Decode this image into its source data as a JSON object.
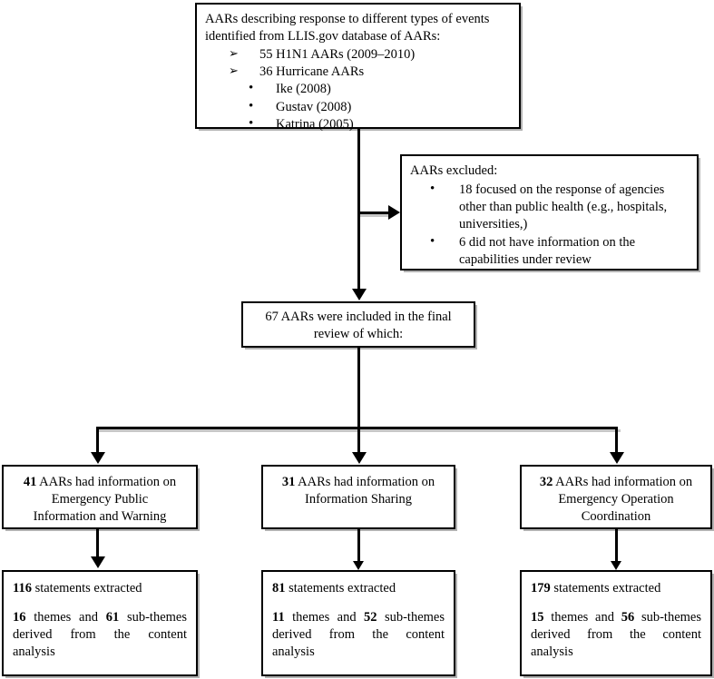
{
  "diagram": {
    "title": "AAR selection and content-analysis flow chart",
    "accent_color": "#000000",
    "background_color": "#ffffff"
  },
  "source_box": {
    "line1": "AARs describing response to different types of events",
    "line2": "identified from LLIS.gov database of AARs:",
    "bullets": [
      "55 H1N1 AARs (2009–2010)",
      "36 Hurricane AARs"
    ],
    "sub_bullets": [
      "Ike (2008)",
      "Gustav (2008)",
      "Katrina (2005)"
    ]
  },
  "excluded_box": {
    "heading": "AARs excluded:",
    "bullets": [
      "18 focused on the response of agencies other than public health (e.g., hospitals, universities,)",
      "6 did not have information on the capabilities under review"
    ]
  },
  "included_box": {
    "line1": "67 AARs were included in the final",
    "line2": "review of which:"
  },
  "columns": [
    {
      "capability_count": "41",
      "capability_rest": " AARs had information on",
      "capability_line2": "Emergency Public",
      "capability_line3": "Information and Warning",
      "statements_count": "116",
      "statements_rest": " statements extracted",
      "themes_count": "16",
      "themes_mid": " themes and ",
      "subthemes_count": "61",
      "themes_rest": " sub-themes derived from the content analysis"
    },
    {
      "capability_count": "31",
      "capability_rest": " AARs had information on",
      "capability_line2": "Information Sharing",
      "capability_line3": "",
      "statements_count": "81",
      "statements_rest": " statements extracted",
      "themes_count": "11",
      "themes_mid": " themes and ",
      "subthemes_count": "52",
      "themes_rest": " sub-themes derived from the content analysis"
    },
    {
      "capability_count": "32",
      "capability_rest": " AARs had information on",
      "capability_line2": "Emergency Operation",
      "capability_line3": "Coordination",
      "statements_count": "179",
      "statements_rest": " statements extracted",
      "themes_count": "15",
      "themes_mid": " themes and ",
      "subthemes_count": "56",
      "themes_rest": " sub-themes derived from the content analysis"
    }
  ]
}
